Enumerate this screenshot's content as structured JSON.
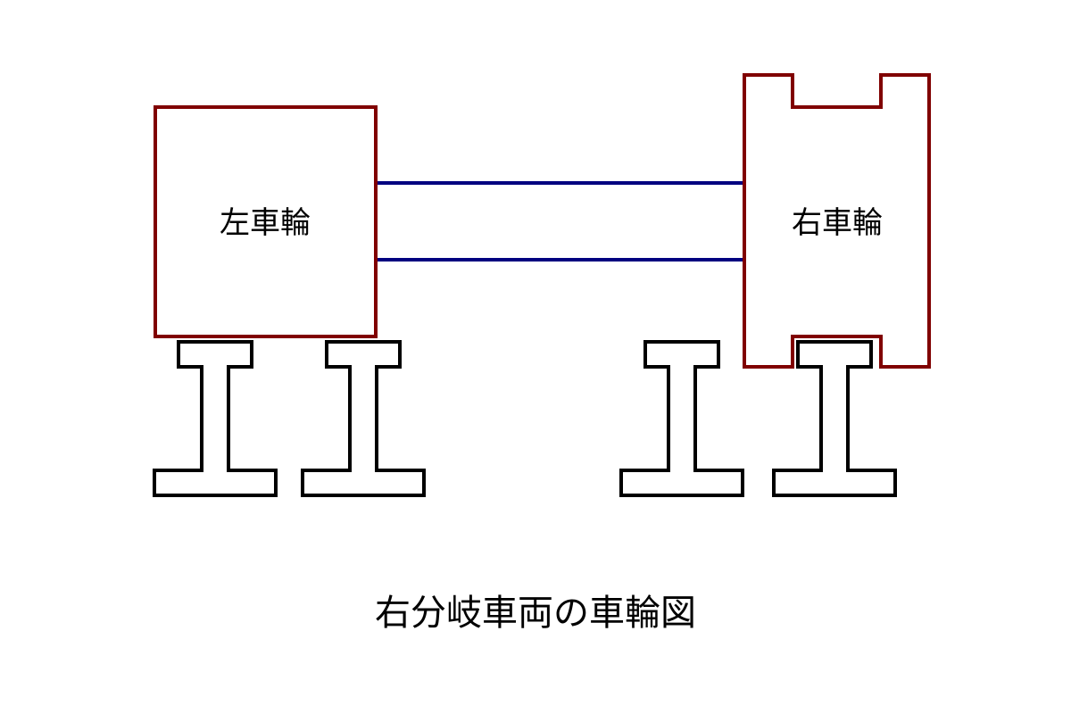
{
  "diagram": {
    "caption": "右分岐車両の車輪図",
    "left_wheel": {
      "label": "左車輪"
    },
    "right_wheel": {
      "label": "右車輪"
    },
    "colors": {
      "wheel_outline": "#800000",
      "axle": "#000080",
      "rail_outline": "#000000",
      "background": "#ffffff"
    },
    "rails": [
      {
        "id": "rail-1",
        "group": "left"
      },
      {
        "id": "rail-2",
        "group": "left"
      },
      {
        "id": "rail-3",
        "group": "right"
      },
      {
        "id": "rail-4",
        "group": "right"
      }
    ]
  }
}
